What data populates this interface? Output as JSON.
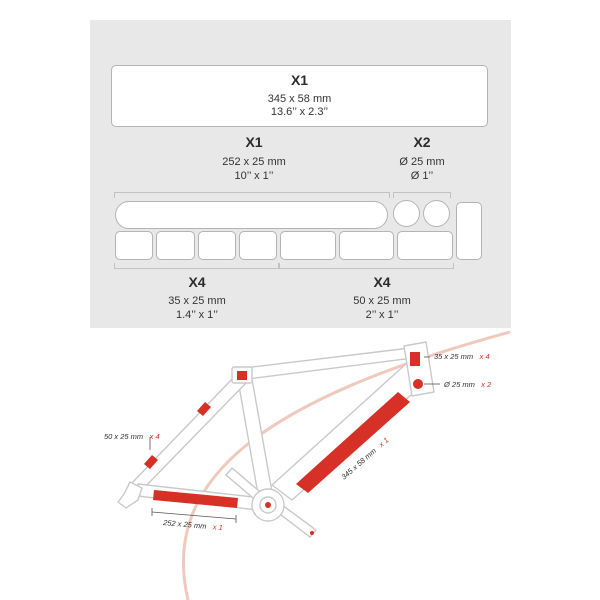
{
  "panel": {
    "big": {
      "mult": "X1",
      "metric": "345 x 58 mm",
      "imperial": "13.6’’ x 2.3’’"
    },
    "long": {
      "mult": "X1",
      "metric": "252 x 25 mm",
      "imperial": "10’’ x 1’’"
    },
    "round": {
      "mult": "X2",
      "metric": "Ø 25 mm",
      "imperial": "Ø 1’’"
    },
    "small": {
      "mult": "X4",
      "metric": "35 x 25 mm",
      "imperial": "1.4’’ x 1’’"
    },
    "medium": {
      "mult": "X4",
      "metric": "50 x 25 mm",
      "imperial": "2’’ x 1’’"
    }
  },
  "bike": {
    "label_head": {
      "size": "35 x 25 mm",
      "qty": "x 4"
    },
    "label_round": {
      "size": "Ø 25 mm",
      "qty": "x 2"
    },
    "label_seatstay": {
      "size": "50 x 25 mm",
      "qty": "x 4"
    },
    "label_downtube": {
      "size": "345 x 58 mm",
      "qty": "x 1"
    },
    "label_chainstay": {
      "size": "252 x 25 mm",
      "qty": "x 1"
    }
  },
  "colors": {
    "panel_bg": "#e8e8e8",
    "accent_red": "#d63027",
    "swoosh": "#f0c9bd"
  }
}
